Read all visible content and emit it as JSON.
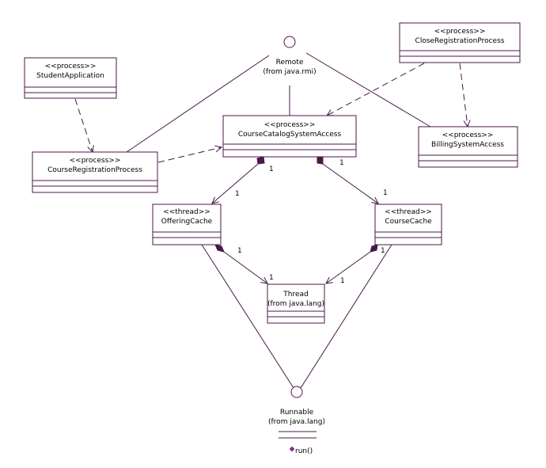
{
  "colors": {
    "line": "#4a1848",
    "box_fill": "#ffffff",
    "diamond": "#4a1848",
    "text": "#000000",
    "method_marker": "#8b2a8b"
  },
  "classes": {
    "student_application": {
      "stereotype": "<<process>>",
      "name": "StudentApplication"
    },
    "course_registration_process": {
      "stereotype": "<<process>>",
      "name": "CourseRegistrationProcess"
    },
    "course_catalog_system_access": {
      "stereotype": "<<process>>",
      "name": "CourseCatalogSystemAccess"
    },
    "close_registration_process": {
      "stereotype": "<<process>>",
      "name": "CloseRegistrationProcess"
    },
    "billing_system_access": {
      "stereotype": "<<process>>",
      "name": "BillingSystemAccess"
    },
    "offering_cache": {
      "stereotype": "<<thread>>",
      "name": "OfferingCache"
    },
    "course_cache": {
      "stereotype": "<<thread>>",
      "name": "CourseCache"
    },
    "thread": {
      "name": "Thread",
      "package": "(from java.lang)"
    }
  },
  "interfaces": {
    "remote": {
      "name": "Remote",
      "package": "(from java.rmi)"
    },
    "runnable": {
      "name": "Runnable",
      "package": "(from java.lang)",
      "method": "run()"
    }
  },
  "multiplicities": {
    "catalog_to_offering_src": "1",
    "catalog_to_offering_dst": "1",
    "catalog_to_course_src": "1",
    "catalog_to_course_dst": "1",
    "offering_to_thread_src": "1",
    "offering_to_thread_dst": "1",
    "course_to_thread_src": "1",
    "course_to_thread_dst": "1"
  }
}
